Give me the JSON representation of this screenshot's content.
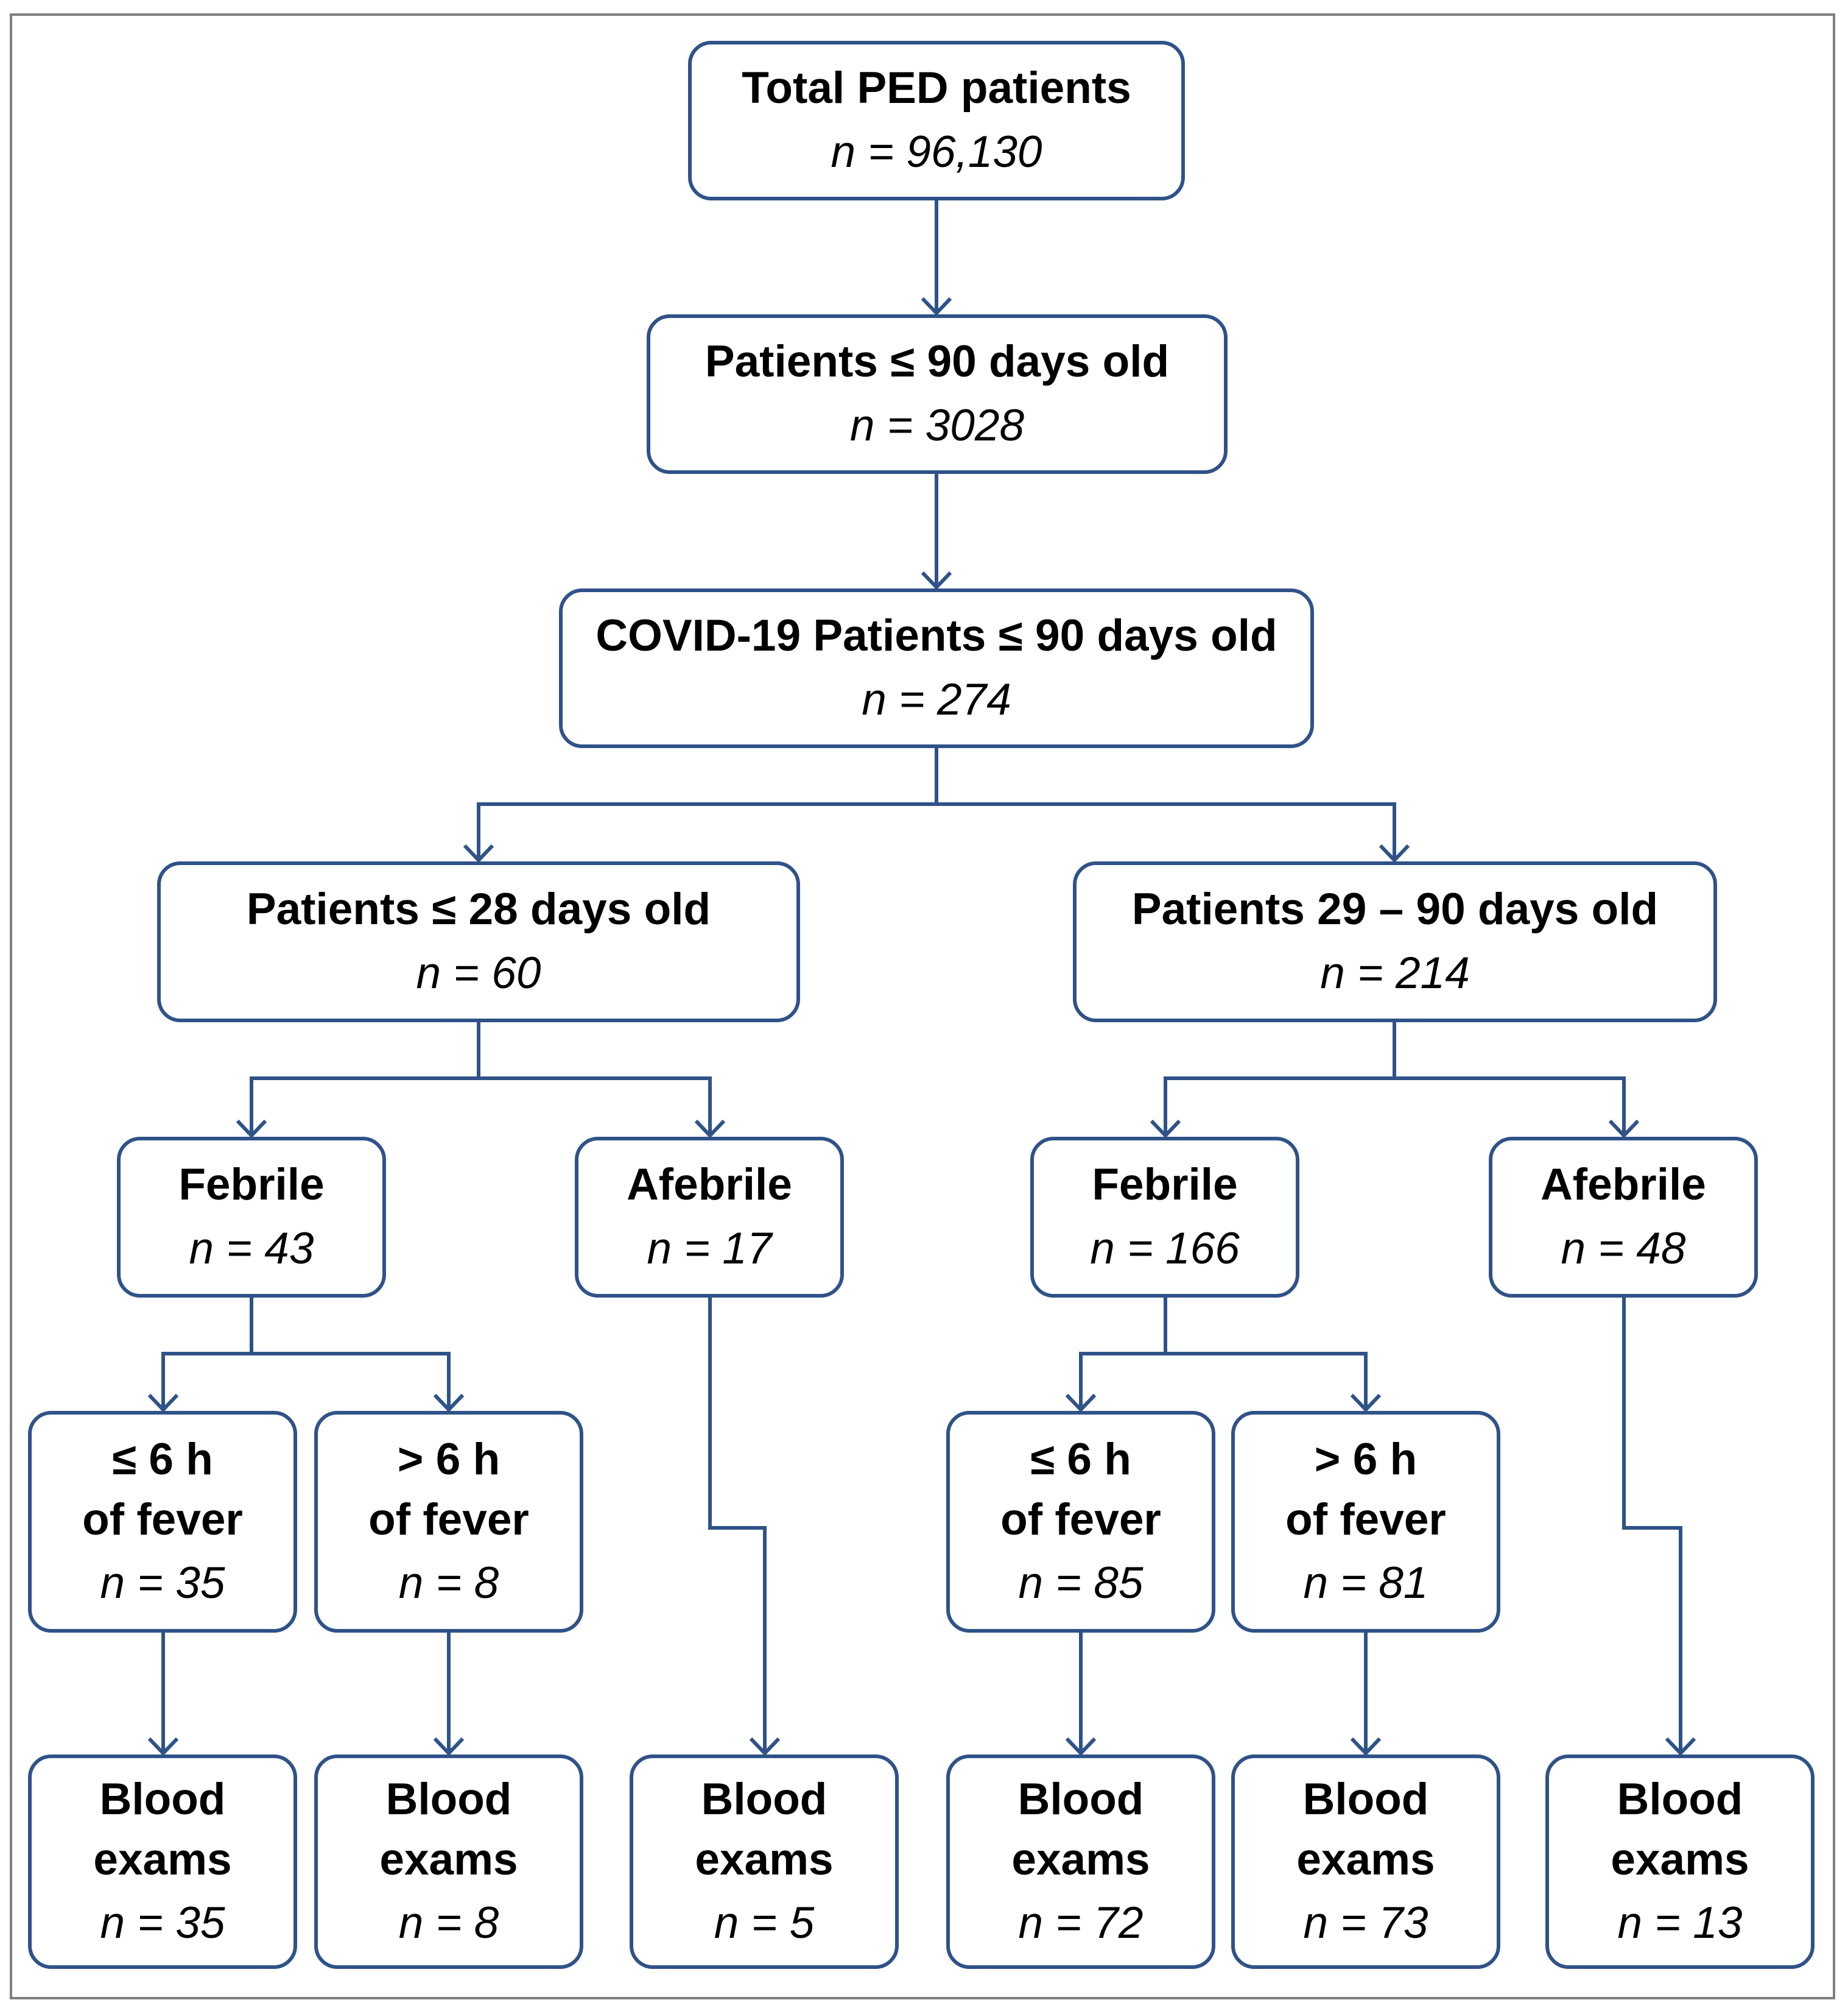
{
  "colors": {
    "line": "#2f5288",
    "frame": "#7f7f7f"
  },
  "nodes": {
    "total": {
      "title": "Total PED patients",
      "n": "n = 96,130"
    },
    "le90": {
      "title": "Patients ≤ 90 days old",
      "n": "n = 3028"
    },
    "covid": {
      "title": "COVID-19 Patients ≤ 90 days old",
      "n": "n = 274"
    },
    "le28": {
      "title": "Patients ≤ 28 days old",
      "n": "n = 60"
    },
    "d29_90": {
      "title": "Patients 29 – 90 days old",
      "n": "n = 214"
    },
    "febrile_a": {
      "title": "Febrile",
      "n": "n = 43"
    },
    "afebrile_a": {
      "title": "Afebrile",
      "n": "n = 17"
    },
    "febrile_b": {
      "title": "Febrile",
      "n": "n = 166"
    },
    "afebrile_b": {
      "title": "Afebrile",
      "n": "n = 48"
    },
    "le6_a": {
      "title1": "≤ 6 h",
      "title2": "of fever",
      "n": "n = 35"
    },
    "gt6_a": {
      "title1": "> 6 h",
      "title2": "of fever",
      "n": "n = 8"
    },
    "le6_b": {
      "title1": "≤ 6 h",
      "title2": "of fever",
      "n": "n = 85"
    },
    "gt6_b": {
      "title1": "> 6 h",
      "title2": "of fever",
      "n": "n = 81"
    },
    "blood_1": {
      "title1": "Blood",
      "title2": "exams",
      "n": "n = 35"
    },
    "blood_2": {
      "title1": "Blood",
      "title2": "exams",
      "n": "n = 8"
    },
    "blood_3": {
      "title1": "Blood",
      "title2": "exams",
      "n": "n = 5"
    },
    "blood_4": {
      "title1": "Blood",
      "title2": "exams",
      "n": "n = 72"
    },
    "blood_5": {
      "title1": "Blood",
      "title2": "exams",
      "n": "n = 73"
    },
    "blood_6": {
      "title1": "Blood",
      "title2": "exams",
      "n": "n = 13"
    }
  }
}
